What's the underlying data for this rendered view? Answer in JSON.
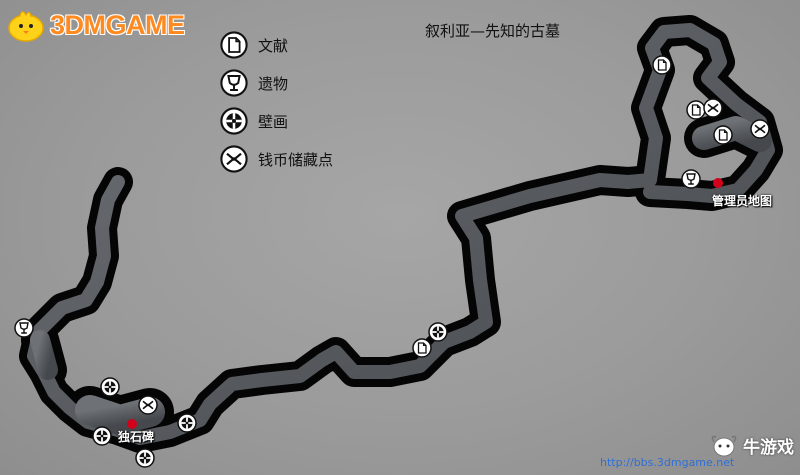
{
  "logo": {
    "text": "3DMGAME"
  },
  "map_title": "叙利亚—先知的古墓",
  "legend": [
    {
      "icon": "document-icon",
      "label": "文献"
    },
    {
      "icon": "relic-icon",
      "label": "遗物"
    },
    {
      "icon": "mural-icon",
      "label": "壁画"
    },
    {
      "icon": "coin-cache-icon",
      "label": "钱币储藏点"
    }
  ],
  "places": {
    "monolith": "独石碑",
    "admin_map": "管理员地图"
  },
  "watermark": {
    "text": "牛游戏",
    "url": "http://bbs.3dmgame.net"
  },
  "colors": {
    "brand_orange": "#ff8a1f",
    "marker_red": "#d3001c",
    "wall": "#050505"
  }
}
